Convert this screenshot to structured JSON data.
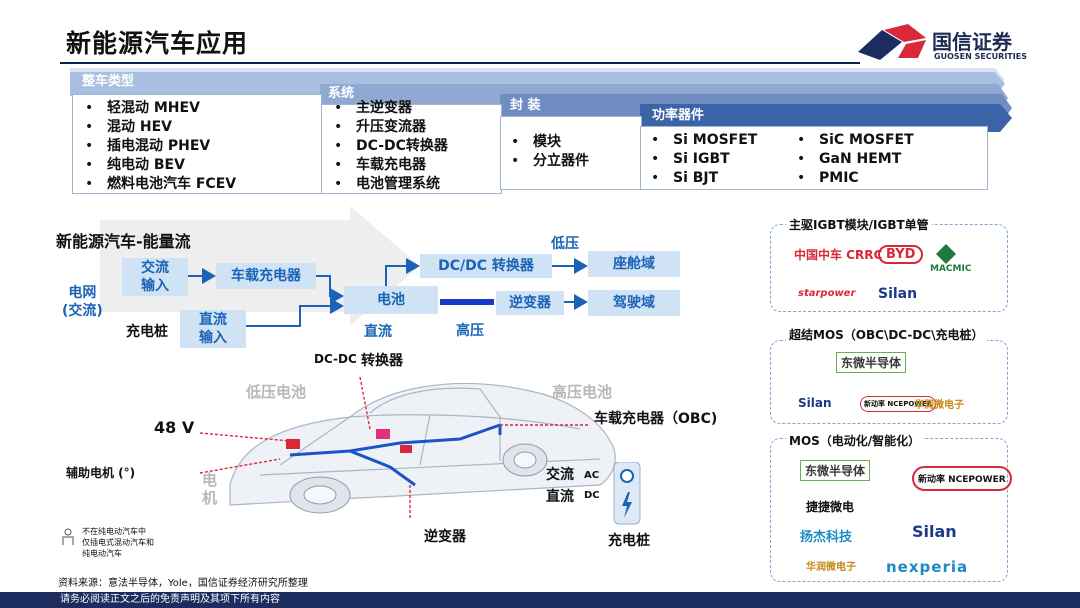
{
  "header": {
    "title": "新能源汽车应用",
    "logo_cn": "国信证券",
    "logo_en": "GUOSEN SECURITIES"
  },
  "categories": {
    "vehicle_types": {
      "label": "整车类型",
      "items": [
        "轻混动 MHEV",
        "混动 HEV",
        "插电混动 PHEV",
        "纯电动 BEV",
        "燃料电池汽车 FCEV"
      ]
    },
    "systems": {
      "label": "系统",
      "items": [
        "主逆变器",
        "升压变流器",
        "DC-DC转换器",
        "车载充电器",
        "电池管理系统"
      ]
    },
    "packaging": {
      "label": "封 装",
      "items": [
        "模块",
        "分立器件"
      ]
    },
    "power_devices": {
      "label": "功率器件",
      "col1": [
        "Si MOSFET",
        "Si IGBT",
        "Si BJT"
      ],
      "col2": [
        "SiC MOSFET",
        "GaN HEMT",
        "PMIC"
      ]
    }
  },
  "energy_flow": {
    "title": "新能源汽车-能量流",
    "grid": "电网\n(交流)",
    "charger_pile": "充电桩",
    "ac_input": "交流\n输入",
    "dc_input": "直流\n输入",
    "obc": "车载充电器",
    "battery": "电池",
    "dc_label": "直流",
    "dcdc": "DC/DC 转换器",
    "low_voltage": "低压",
    "cabin": "座舱域",
    "inverter": "逆变器",
    "high_voltage": "高压",
    "drive": "驾驶域"
  },
  "car_labels": {
    "dcdc_a": "DC-DC",
    "dcdc_b": "转换器",
    "lv_battery": "低压电池",
    "hv_battery": "高压电池",
    "v48": "48 V",
    "obc": "车载充电器（OBC)",
    "aux_motor": "辅助电机 (°)",
    "motor": "电\n机",
    "ac": "交流",
    "ac_tag": "AC",
    "dc": "直流",
    "dc_tag": "DC",
    "inverter": "逆变器",
    "charging_pile": "充电桩",
    "note": "不在纯电动汽车中\n仅插电式混动汽车和\n纯电动汽车"
  },
  "right_panels": [
    {
      "title": "主驱IGBT模块/IGBT单管",
      "brands": [
        "中国中车 CRRC",
        "BYD",
        "MACMIC",
        "starpower",
        "Silan"
      ]
    },
    {
      "title": "超结MOS（OBC\\DC-DC\\充电桩）",
      "brands": [
        "东微半导体",
        "Silan",
        "新动率 NCEPOWER",
        "华润微电子"
      ]
    },
    {
      "title": "MOS（电动化/智能化）",
      "brands": [
        "东微半导体",
        "新动率 NCEPOWER",
        "捷捷微电",
        "扬杰科技",
        "Silan",
        "华润微电子",
        "nexperia"
      ]
    }
  ],
  "colors": {
    "navy": "#1d2c5e",
    "band_blue": "#3a63a8",
    "light_blue": "#cfe3f5",
    "accent_blue": "#1b63b6",
    "red": "#d9283a"
  },
  "source": "资料来源：意法半导体，Yole，国信证券经济研究所整理",
  "disclaimer": "请务必阅读正文之后的免责声明及其项下所有内容"
}
